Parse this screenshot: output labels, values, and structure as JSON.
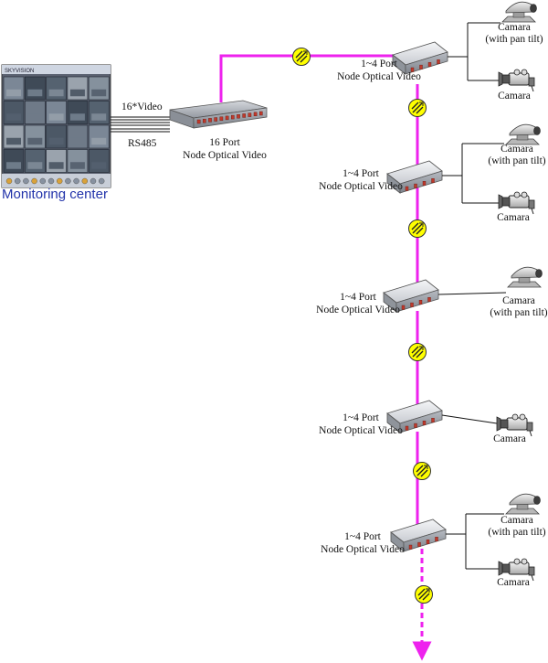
{
  "colors": {
    "fiber": "#ee22ee",
    "connector": "#ffff00",
    "wire": "#111111",
    "monitor_label": "#2233aa"
  },
  "monitoring_center": {
    "label": "Monitoring center",
    "app_title": "SKYVISION"
  },
  "head_end": {
    "video_label": "16*Video",
    "control_label": "RS485",
    "line1": "16 Port",
    "line2": "Node Optical Video"
  },
  "nodes": [
    {
      "line1": "1~4 Port",
      "line2": "Node Optical Video",
      "devices": [
        {
          "kind": "ptz",
          "line1": "Camara",
          "line2": "(with pan tilt)"
        },
        {
          "kind": "camera",
          "line1": "Camara",
          "line2": ""
        }
      ]
    },
    {
      "line1": "1~4 Port",
      "line2": "Node Optical Video",
      "devices": [
        {
          "kind": "ptz",
          "line1": "Camara",
          "line2": "(with pan tilt)"
        },
        {
          "kind": "camera",
          "line1": "Camara",
          "line2": ""
        }
      ]
    },
    {
      "line1": "1~4 Port",
      "line2": "Node Optical Video",
      "devices": [
        {
          "kind": "ptz",
          "line1": "Camara",
          "line2": "(with pan tilt)"
        }
      ]
    },
    {
      "line1": "1~4 Port",
      "line2": "Node Optical Video",
      "devices": [
        {
          "kind": "camera",
          "line1": "Camara",
          "line2": ""
        }
      ]
    },
    {
      "line1": "1~4 Port",
      "line2": "Node Optical Video",
      "devices": [
        {
          "kind": "ptz",
          "line1": "Camara",
          "line2": "(with pan tilt)"
        },
        {
          "kind": "camera",
          "line1": "Camara",
          "line2": ""
        }
      ]
    }
  ],
  "icons": {
    "fiber_connector": "optical-connector-icon",
    "ptz_camera": "ptz-camera-icon",
    "camera": "video-camera-icon",
    "node": "optical-node-icon",
    "monitor": "monitor-screen-icon",
    "continuation": "arrow-down-icon"
  }
}
